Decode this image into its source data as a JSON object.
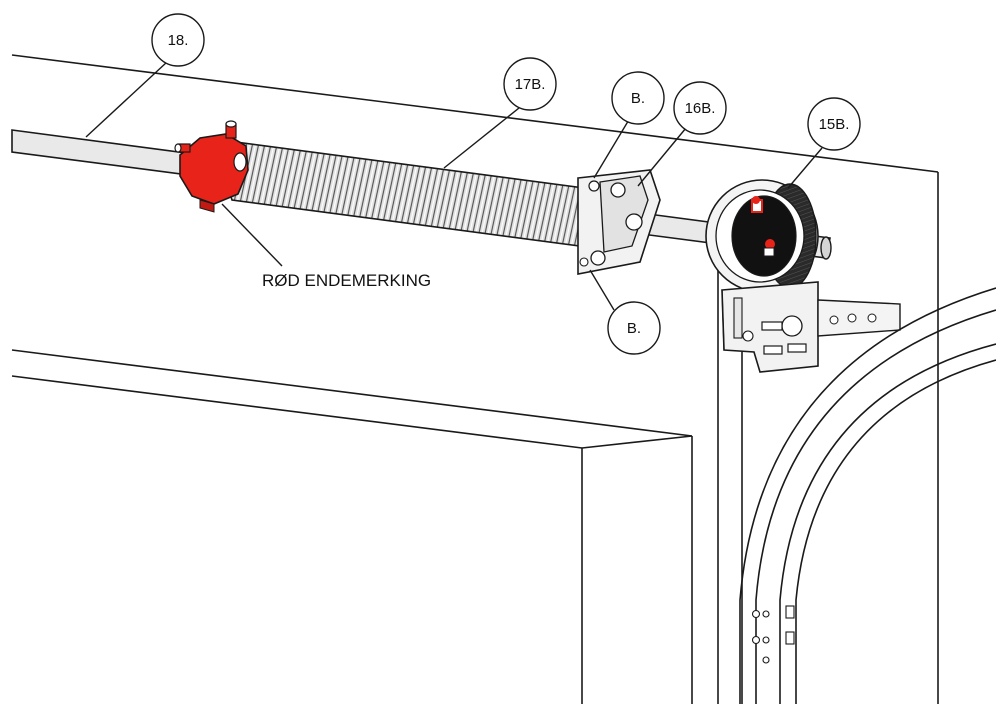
{
  "diagram": {
    "callouts": {
      "c18": "18.",
      "c17b": "17B.",
      "cB_top": "B.",
      "c16b": "16B.",
      "c15b": "15B.",
      "cB_bottom": "B."
    },
    "end_marking_label": "RØD ENDEMERKING",
    "colors": {
      "accent_red": "#e8241a",
      "line": "#1a1a1a",
      "shaft": "#e9e9e9",
      "spring": "#d9d9d9",
      "drum_dark": "#111111"
    }
  }
}
